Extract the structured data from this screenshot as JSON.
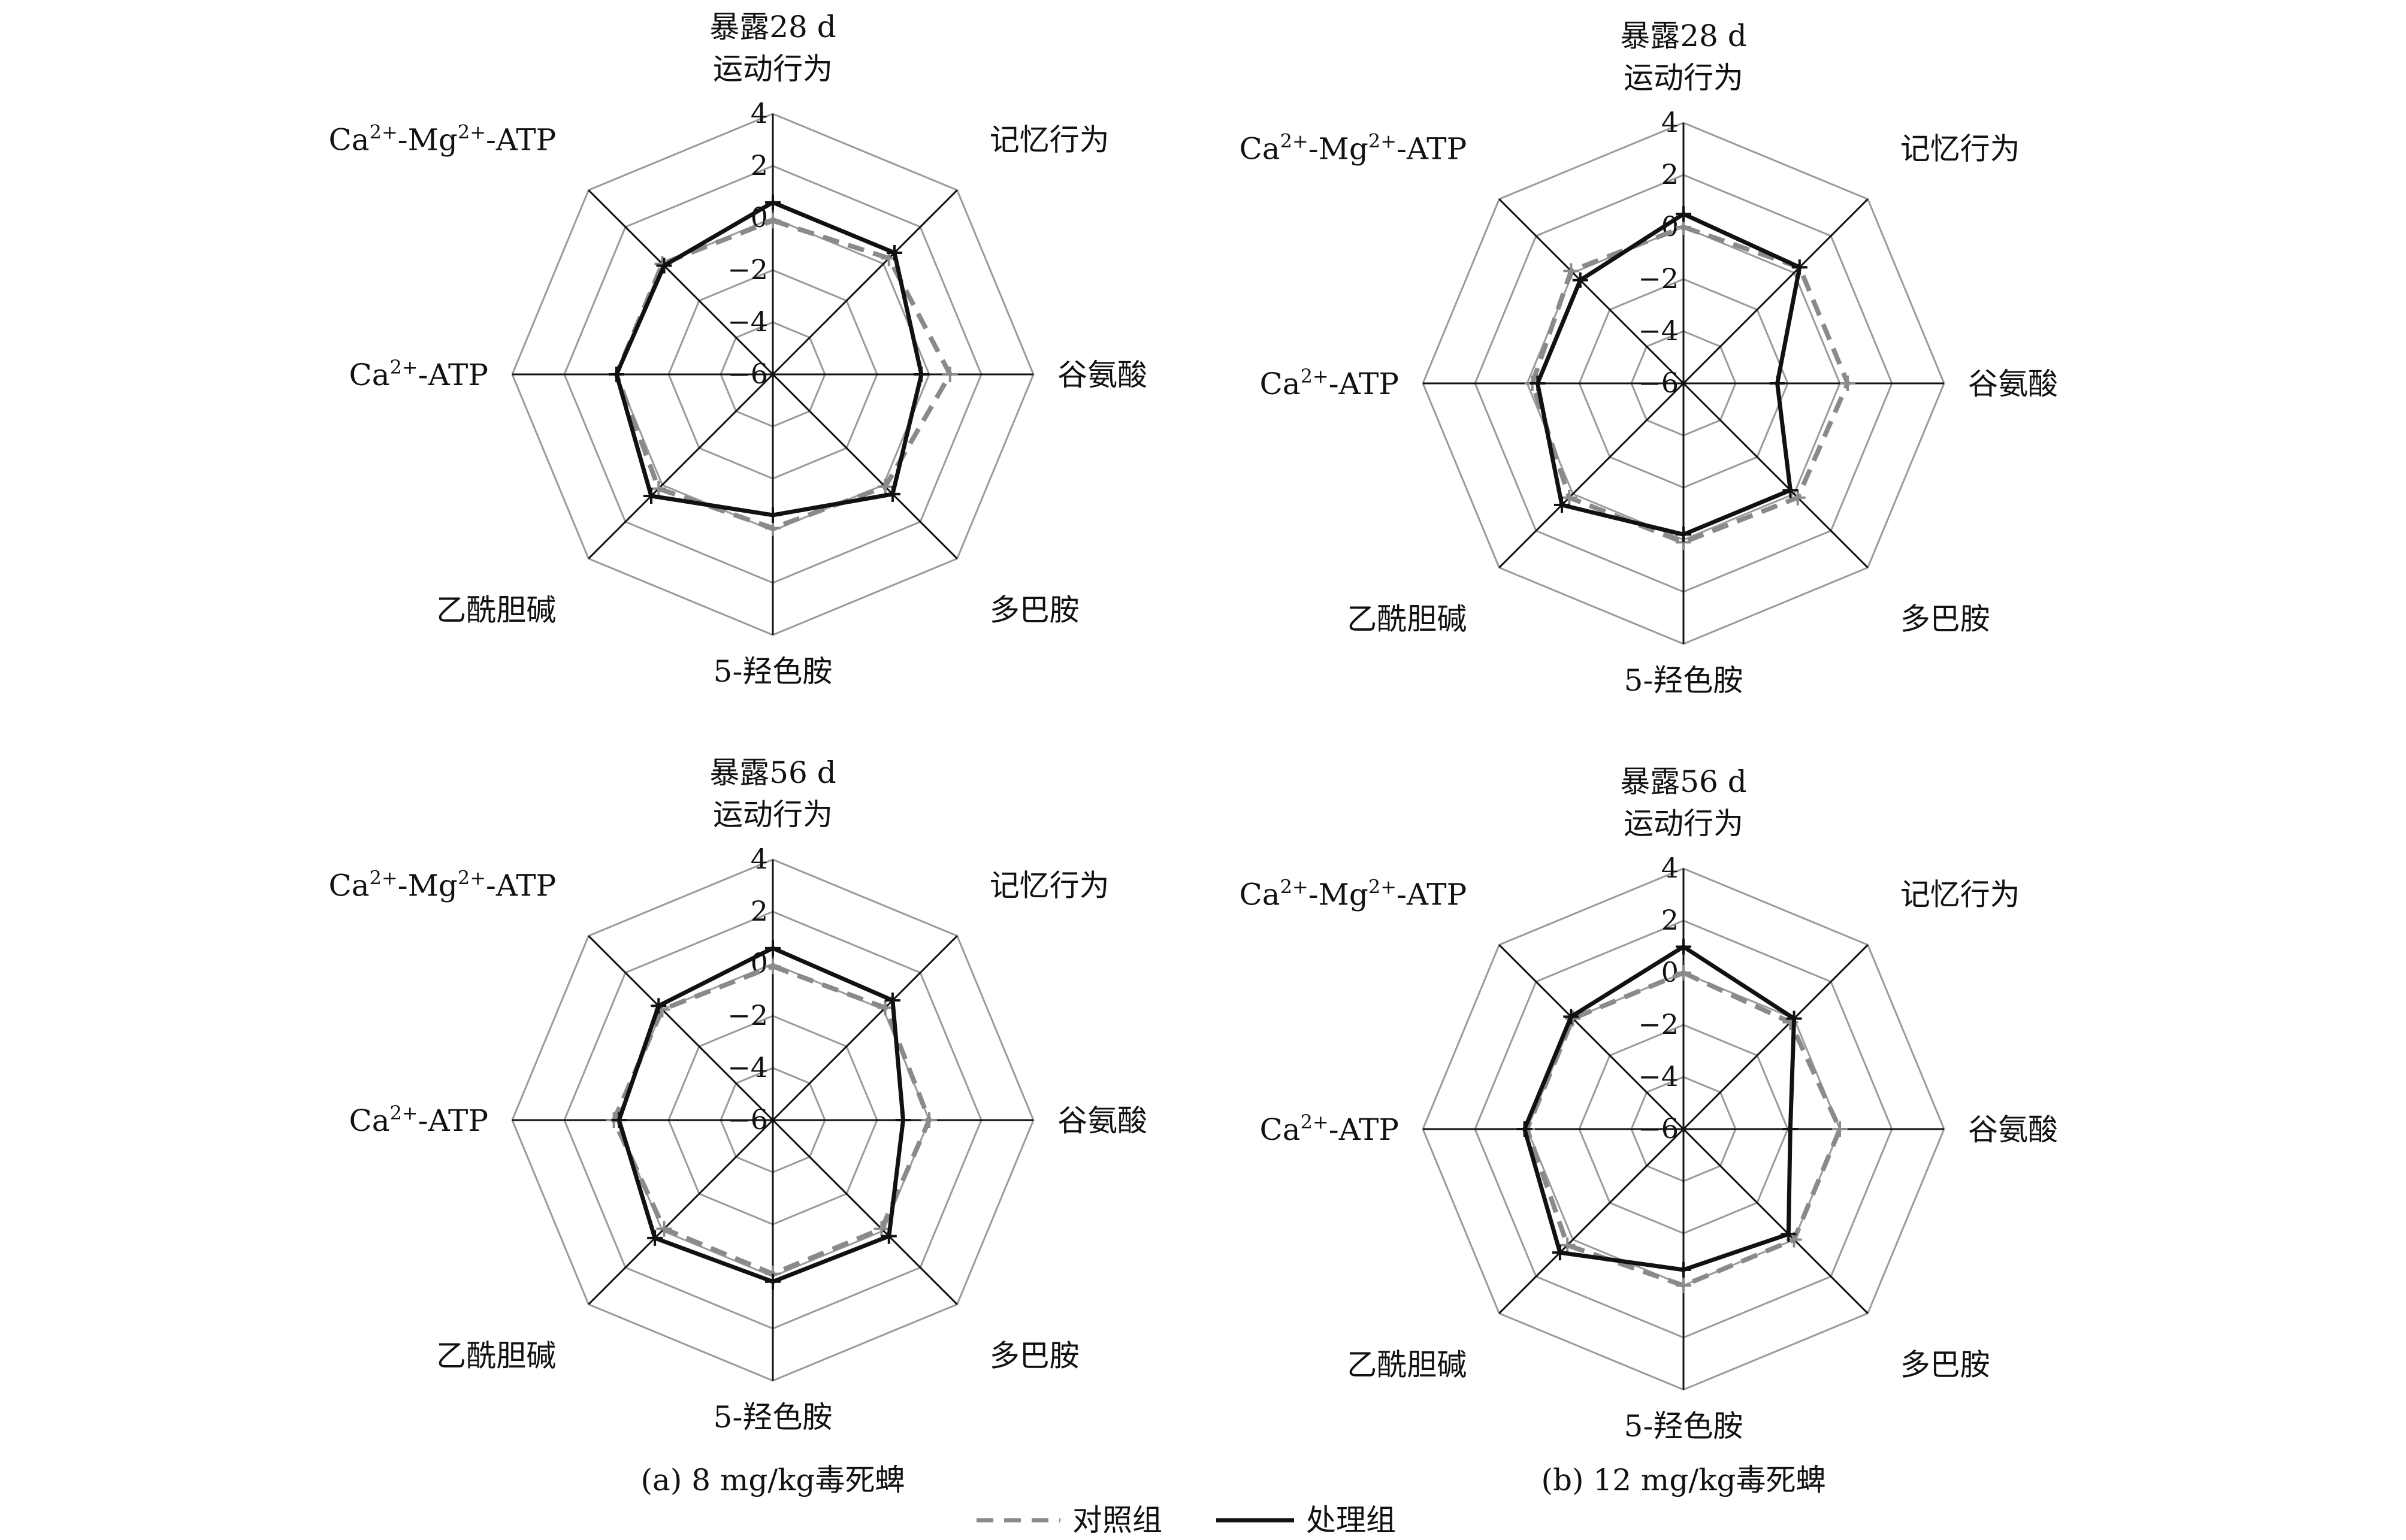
{
  "colors": {
    "control": "#8a8a8a",
    "treated": "#111111",
    "grid": "#9a9a9a",
    "spoke": "#111111"
  },
  "chart_data": [
    {
      "type": "radar",
      "title": "暴露28 d",
      "axes": [
        "运动行为",
        "记忆行为",
        "谷氨酸",
        "多巴胺",
        "5-羟色胺",
        "乙酰胆碱",
        "Ca2+-ATP",
        "Ca2+-Mg2+-ATP"
      ],
      "rlim": [
        -6,
        4
      ],
      "ticks": [
        "4",
        "2",
        "0",
        "−2",
        "−4",
        "−6"
      ],
      "series": [
        {
          "name": "对照组",
          "values": [
            -0.1,
            0.3,
            0.8,
            0.1,
            -0.1,
            0.2,
            0.0,
            0.0
          ]
        },
        {
          "name": "处理组",
          "values": [
            0.6,
            0.6,
            -0.3,
            0.5,
            -0.6,
            0.6,
            0.0,
            -0.1
          ]
        }
      ]
    },
    {
      "type": "radar",
      "title": "暴露28 d",
      "axes": [
        "运动行为",
        "记忆行为",
        "谷氨酸",
        "多巴胺",
        "5-羟色胺",
        "乙酰胆碱",
        "Ca2+-ATP",
        "Ca2+-Mg2+-ATP"
      ],
      "rlim": [
        -6,
        4
      ],
      "ticks": [
        "4",
        "2",
        "0",
        "−2",
        "−4",
        "−6"
      ],
      "series": [
        {
          "name": "对照组",
          "values": [
            0.0,
            0.3,
            0.3,
            0.2,
            0.1,
            0.2,
            -0.2,
            0.1
          ]
        },
        {
          "name": "处理组",
          "values": [
            0.5,
            0.3,
            -2.4,
            -0.2,
            -0.2,
            0.6,
            -0.4,
            -0.4
          ]
        }
      ]
    },
    {
      "type": "radar",
      "title": "暴露56 d",
      "axes": [
        "运动行为",
        "记忆行为",
        "谷氨酸",
        "多巴胺",
        "5-羟色胺",
        "乙酰胆碱",
        "Ca2+-ATP",
        "Ca2+-Mg2+-ATP"
      ],
      "rlim": [
        -6,
        4
      ],
      "ticks": [
        "4",
        "2",
        "0",
        "−2",
        "−4",
        "−6"
      ],
      "series": [
        {
          "name": "对照组",
          "values": [
            -0.1,
            0.1,
            0.0,
            -0.1,
            -0.1,
            -0.1,
            0.1,
            0.0
          ]
        },
        {
          "name": "处理组",
          "values": [
            0.6,
            0.5,
            -1.0,
            0.3,
            0.2,
            0.4,
            -0.1,
            0.2
          ]
        }
      ]
    },
    {
      "type": "radar",
      "title": "暴露56 d",
      "axes": [
        "运动行为",
        "记忆行为",
        "谷氨酸",
        "多巴胺",
        "5-羟色胺",
        "乙酰胆碱",
        "Ca2+-ATP",
        "Ca2+-Mg2+-ATP"
      ],
      "rlim": [
        -6,
        4
      ],
      "ticks": [
        "4",
        "2",
        "0",
        "−2",
        "−4",
        "−6"
      ],
      "series": [
        {
          "name": "对照组",
          "values": [
            0.0,
            -0.2,
            0.0,
            0.0,
            0.0,
            0.3,
            0.0,
            0.0
          ]
        },
        {
          "name": "处理组",
          "values": [
            1.0,
            0.0,
            -1.9,
            -0.3,
            -0.6,
            0.7,
            0.1,
            0.1
          ]
        }
      ]
    }
  ],
  "captions": [
    "(a) 8 mg/kg毒死蜱",
    "(b) 12 mg/kg毒死蜱"
  ],
  "legend": {
    "control_label": "对照组",
    "treated_label": "处理组"
  }
}
